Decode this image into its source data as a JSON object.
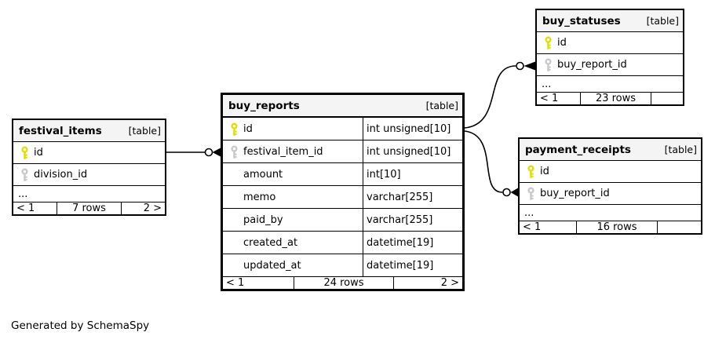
{
  "app": {
    "footer_note": "Generated by SchemaSpy"
  },
  "colors": {
    "pk_key": "#e0e000",
    "fk_key": "#c9c9c9",
    "header_bg": "#f4f4f4",
    "line": "#000000",
    "background": "#ffffff"
  },
  "tables": {
    "festival_items": {
      "name": "festival_items",
      "tag": "[table]",
      "columns": [
        {
          "name": "id",
          "key": "pk"
        },
        {
          "name": "division_id",
          "key": "fk"
        }
      ],
      "ellipsis": "...",
      "pager": {
        "prev": "< 1",
        "rows": "7 rows",
        "next": "2 >"
      }
    },
    "buy_reports": {
      "name": "buy_reports",
      "tag": "[table]",
      "columns": [
        {
          "name": "id",
          "type": "int unsigned[10]",
          "key": "pk"
        },
        {
          "name": "festival_item_id",
          "type": "int unsigned[10]",
          "key": "fk"
        },
        {
          "name": "amount",
          "type": "int[10]"
        },
        {
          "name": "memo",
          "type": "varchar[255]"
        },
        {
          "name": "paid_by",
          "type": "varchar[255]"
        },
        {
          "name": "created_at",
          "type": "datetime[19]"
        },
        {
          "name": "updated_at",
          "type": "datetime[19]"
        }
      ],
      "pager": {
        "prev": "< 1",
        "rows": "24 rows",
        "next": "2 >"
      }
    },
    "buy_statuses": {
      "name": "buy_statuses",
      "tag": "[table]",
      "columns": [
        {
          "name": "id",
          "key": "pk"
        },
        {
          "name": "buy_report_id",
          "key": "fk"
        }
      ],
      "ellipsis": "...",
      "pager": {
        "prev": "< 1",
        "rows": "23 rows",
        "next": ""
      }
    },
    "payment_receipts": {
      "name": "payment_receipts",
      "tag": "[table]",
      "columns": [
        {
          "name": "id",
          "key": "pk"
        },
        {
          "name": "buy_report_id",
          "key": "fk"
        }
      ],
      "ellipsis": "...",
      "pager": {
        "prev": "< 1",
        "rows": "16 rows",
        "next": ""
      }
    }
  },
  "relationships": [
    {
      "from": "festival_items.id",
      "to": "buy_reports.festival_item_id"
    },
    {
      "from": "buy_reports.id",
      "to": "buy_statuses.buy_report_id"
    },
    {
      "from": "buy_reports.id",
      "to": "payment_receipts.buy_report_id"
    }
  ]
}
